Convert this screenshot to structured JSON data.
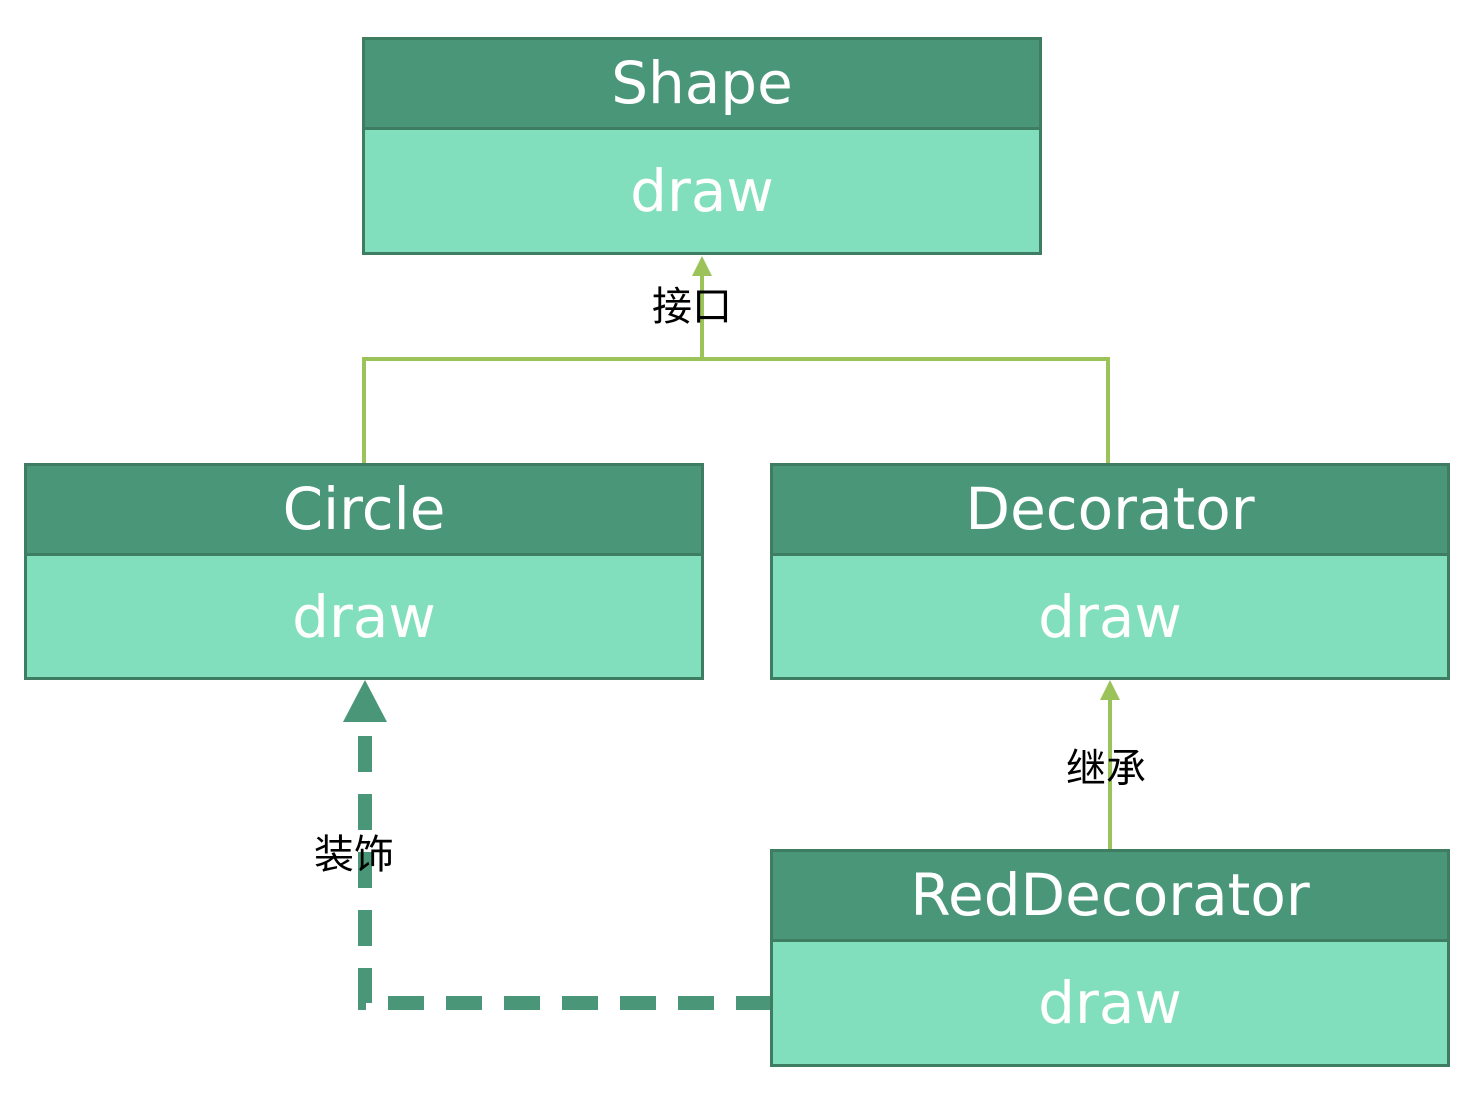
{
  "classes": {
    "shape": {
      "name": "Shape",
      "method": "draw"
    },
    "circle": {
      "name": "Circle",
      "method": "draw"
    },
    "decorator": {
      "name": "Decorator",
      "method": "draw"
    },
    "red_decorator": {
      "name": "RedDecorator",
      "method": "draw"
    }
  },
  "relations": {
    "interface": "接口",
    "inheritance": "继承",
    "decoration": "装饰"
  },
  "colors": {
    "header": "#4a9679",
    "body": "#82dfbd",
    "border": "#3e7d62",
    "solid_connector": "#9cc35a",
    "dashed_connector": "#4a9679"
  }
}
